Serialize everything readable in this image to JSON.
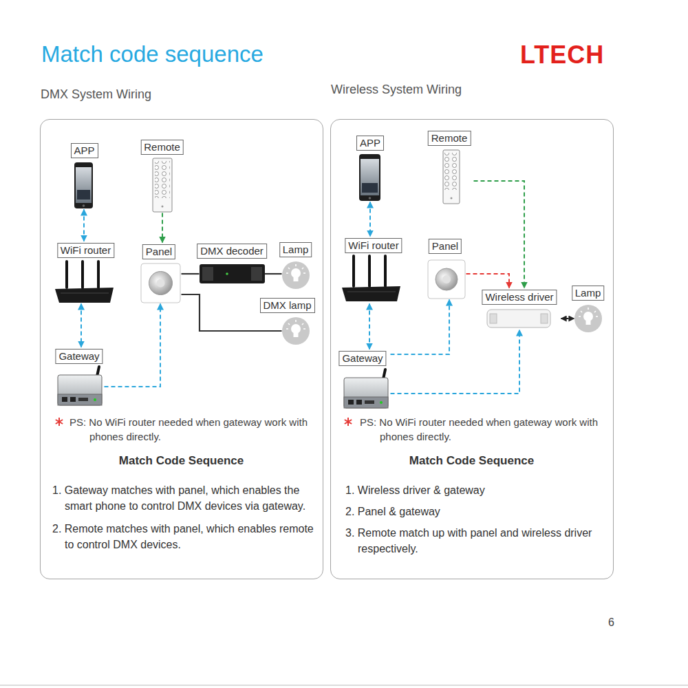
{
  "diagram": {
    "title": "Match code sequence",
    "nodes": [
      {
        "text": [
          "DMX System Wiring",
          "PS: No WiFi router needed when gateway work with phones directly.",
          "Match Code Sequence",
          "1. Gateway matches with panel, which enables the smart phone to control DMX devices via gateway.",
          "2. Remote matches with panel, which enables remote to control DMX devices."
        ]
      },
      {
        "text": [
          "APP"
        ],
        "in": 0
      },
      {
        "text": [
          "Remote"
        ],
        "in": 0
      },
      {
        "text": [
          "WiFi router"
        ],
        "in": 0
      },
      {
        "text": [
          "Panel"
        ],
        "in": 0
      },
      {
        "text": [
          "DMX decoder"
        ],
        "in": 0
      },
      {
        "text": [
          "Lamp"
        ],
        "in": 0
      },
      {
        "text": [
          "DMX lamp"
        ],
        "in": 0
      },
      {
        "text": [
          "Gateway"
        ],
        "in": 0
      },
      {
        "text": [
          "Wireless System Wiring",
          "PS: No WiFi router needed when gateway work with phones directly.",
          "Match Code Sequence",
          "1. Wireless driver & gateway",
          "2. Panel & gateway",
          "3. Remote match up with panel and wireless driver respectively."
        ]
      },
      {
        "text": [
          "APP"
        ],
        "in": 9
      },
      {
        "text": [
          "Remote"
        ],
        "in": 9
      },
      {
        "text": [
          "WiFi router"
        ],
        "in": 9
      },
      {
        "text": [
          "Panel"
        ],
        "in": 9
      },
      {
        "text": [
          "Wireless driver"
        ],
        "in": 9
      },
      {
        "text": [
          "Lamp"
        ],
        "in": 9
      },
      {
        "text": [
          "Gateway"
        ],
        "in": 9
      }
    ],
    "edges": [
      {
        "from": 1,
        "to": 3,
        "arrow": "both"
      },
      {
        "from": 3,
        "to": 8,
        "arrow": "both"
      },
      {
        "from": 8,
        "to": 4,
        "arrow": "to"
      },
      {
        "from": 2,
        "to": 4,
        "arrow": "to"
      },
      {
        "from": 4,
        "to": 5,
        "arrow": "none"
      },
      {
        "from": 5,
        "to": 6,
        "arrow": "none"
      },
      {
        "from": 4,
        "to": 7,
        "arrow": "none"
      },
      {
        "from": 10,
        "to": 12,
        "arrow": "both"
      },
      {
        "from": 12,
        "to": 16,
        "arrow": "both"
      },
      {
        "from": 16,
        "to": 13,
        "arrow": "to"
      },
      {
        "from": 16,
        "to": 14,
        "arrow": "to"
      },
      {
        "from": 13,
        "to": 14,
        "arrow": "to"
      },
      {
        "from": 11,
        "to": 14,
        "arrow": "to"
      },
      {
        "from": 14,
        "to": 15,
        "arrow": "both"
      }
    ],
    "labels": [
      "LTECH",
      "6"
    ]
  }
}
